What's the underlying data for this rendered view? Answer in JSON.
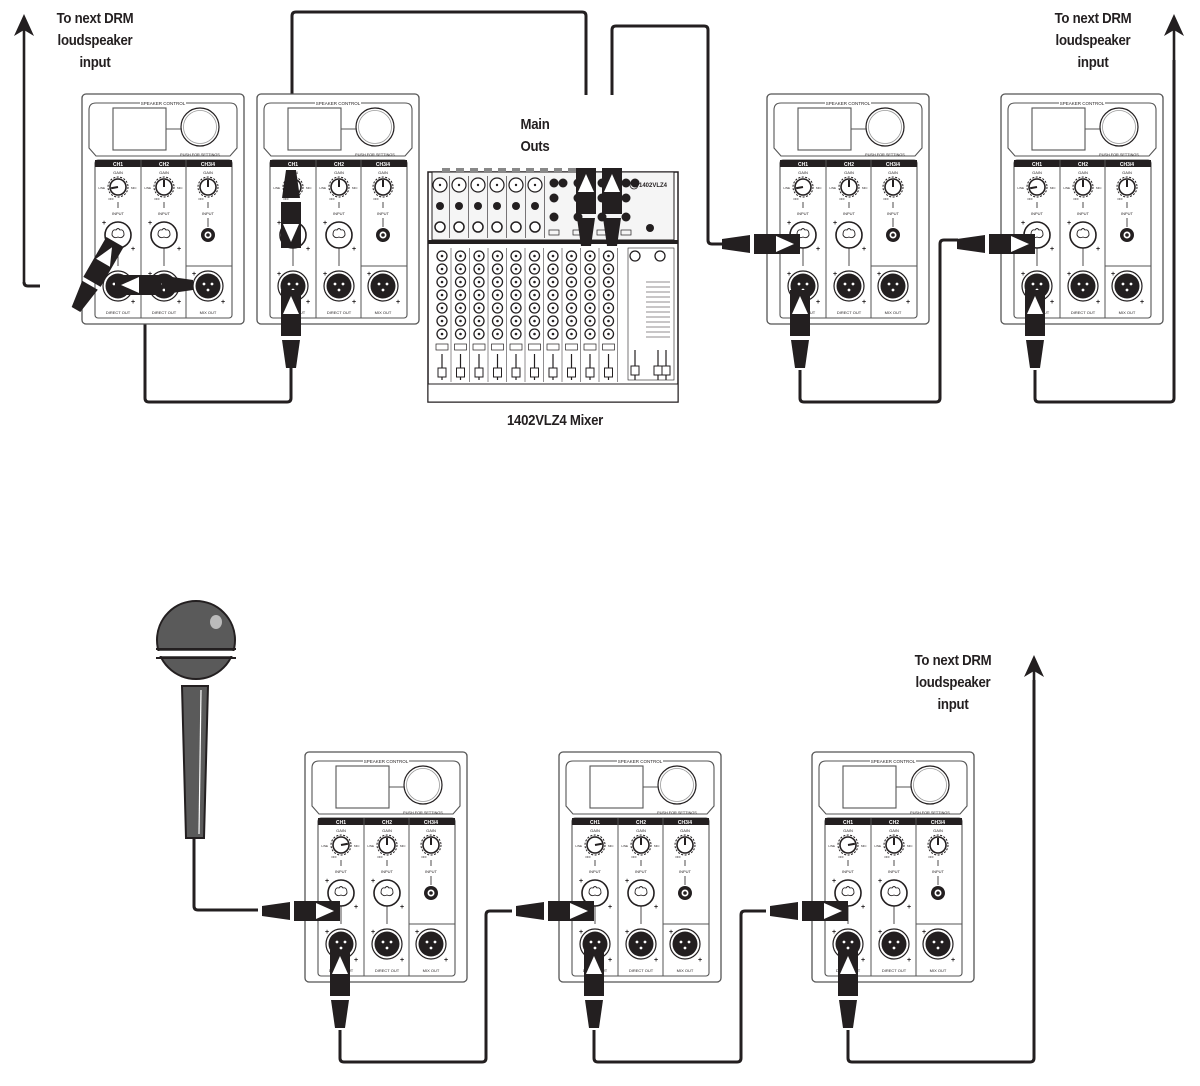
{
  "diagram": {
    "colors": {
      "ink": "#231f20",
      "panel_stroke": "#555555",
      "mic_body": "#5a5a5a",
      "white": "#ffffff"
    },
    "top_section": {
      "left_arrow_label": [
        "To next DRM",
        "loudspeaker",
        "input"
      ],
      "right_arrow_label": [
        "To next DRM",
        "loudspeaker",
        "input"
      ],
      "main_outs_label": [
        "Main",
        "Outs"
      ],
      "mixer_label": "1402VLZ4 Mixer",
      "mixer_brand": "1402VLZ4"
    },
    "bottom_section": {
      "arrow_label": [
        "To next DRM",
        "loudspeaker",
        "input"
      ]
    },
    "speaker_panel": {
      "title": "SPEAKER CONTROL",
      "knob_caption": "PUSH FOR SETTINGS",
      "channels": [
        "CH1",
        "CH2",
        "CH3/4"
      ],
      "gain": "GAIN",
      "input": "INPUT",
      "direct_out": "DIRECT OUT",
      "mix_out": "MIX OUT",
      "line": "LINE",
      "mic": "MIC",
      "off": "OFF",
      "max": "MAX"
    }
  }
}
